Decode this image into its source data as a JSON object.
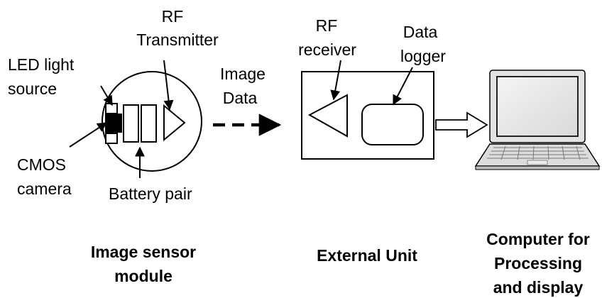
{
  "labels": {
    "rf_transmitter_1": "RF",
    "rf_transmitter_2": "Transmitter",
    "led_1": "LED light",
    "led_2": "source",
    "image_data_1": "Image",
    "image_data_2": "Data",
    "cmos_1": "CMOS",
    "cmos_2": "camera",
    "battery": "Battery pair",
    "rf_receiver_1": "RF",
    "rf_receiver_2": "receiver",
    "data_logger_1": "Data",
    "data_logger_2": "logger"
  },
  "captions": {
    "sensor_1": "Image sensor",
    "sensor_2": "module",
    "external": "External Unit",
    "computer_1": "Computer for",
    "computer_2": "Processing",
    "computer_3": "and display"
  }
}
